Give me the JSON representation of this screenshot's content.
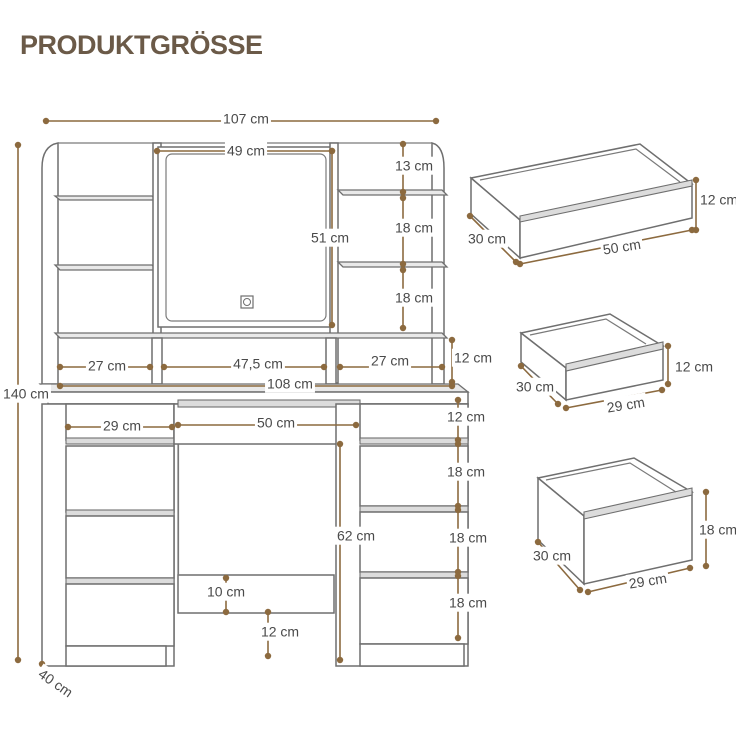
{
  "title": "PRODUKTGRÖSSE",
  "colors": {
    "dimension": "#8c6a3f",
    "outline": "#6f6f6f",
    "title": "#6b5a48"
  },
  "icons": [
    "mirror-touch-switch-icon"
  ],
  "dimensions": {
    "total_width": "107 cm",
    "mirror_width": "49 cm",
    "mirror_height": "51 cm",
    "total_height": "140 cm",
    "right_shelf_top": "13 cm",
    "right_shelf_mid": "18 cm",
    "right_shelf_low": "18 cm",
    "left_compartment": "27 cm",
    "middle_compartment": "47,5 cm",
    "right_compartment": "27 cm",
    "shelf_height": "12 cm",
    "desk_width": "108 cm",
    "left_drawer_width": "29 cm",
    "center_drawer_width": "50 cm",
    "top_drawer_height": "12 cm",
    "drawer_2_height": "18 cm",
    "drawer_3_height": "18 cm",
    "drawer_4_height": "18 cm",
    "leg_space_height": "62 cm",
    "back_panel": "10 cm",
    "floor_gap": "12 cm",
    "depth": "40 cm"
  },
  "drawers": {
    "large": {
      "width": "50 cm",
      "depth": "30 cm",
      "height": "12 cm"
    },
    "small": {
      "width": "29 cm",
      "depth": "30 cm",
      "height": "12 cm"
    },
    "deep": {
      "width": "29 cm",
      "depth": "30 cm",
      "height": "18 cm"
    }
  }
}
